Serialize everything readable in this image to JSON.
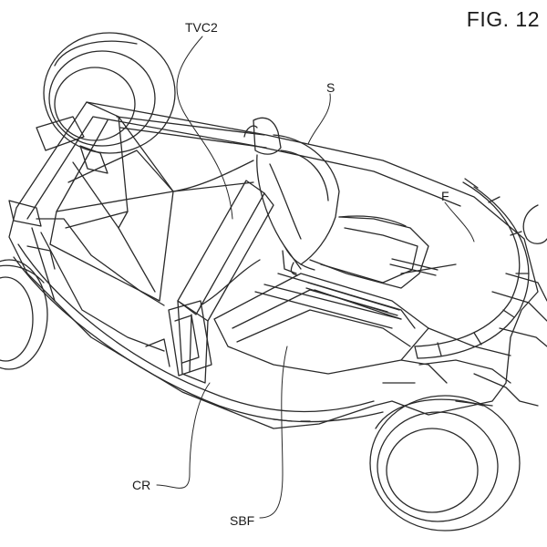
{
  "figure": {
    "title": "FIG. 12",
    "references": {
      "tvc2": "TVC2",
      "s": "S",
      "f": "F",
      "cr": "CR",
      "sbf": "SBF"
    }
  }
}
